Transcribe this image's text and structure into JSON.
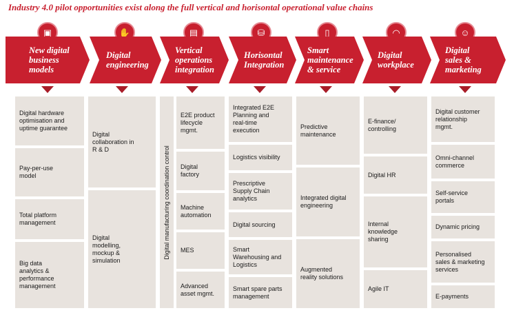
{
  "title": "Industry 4.0 pilot opportunities exist along the full vertical and horisontal operational value chains",
  "colors": {
    "accent": "#c8202f",
    "cell": "#e8e3de"
  },
  "columns": [
    {
      "label": "New digital\nbusiness\nmodels",
      "icon": "business-model-icon",
      "glyph": "▣"
    },
    {
      "label": "Digital\nengineering",
      "icon": "engineering-hand-icon",
      "glyph": "✋"
    },
    {
      "label": "Vertical\noperations\nintegration",
      "icon": "document-stack-icon",
      "glyph": "▤"
    },
    {
      "label": "Horisontal\nIntegration",
      "icon": "network-icon",
      "glyph": "⛁"
    },
    {
      "label": "Smart\nmaintenance\n& service",
      "icon": "smartphone-icon",
      "glyph": "▯"
    },
    {
      "label": "Digital\nworkplace",
      "icon": "wifi-icon",
      "glyph": "◠"
    },
    {
      "label": "Digital\nsales &\nmarketing",
      "icon": "people-icon",
      "glyph": "☺"
    }
  ],
  "vertical_label": "Digital manufacturing coordination control",
  "col1": [
    "Digital hardware\noptimisation and\nuptime guarantee",
    "Pay-per-use\nmodel",
    "Total platform\nmanagement",
    "Big data\nanalytics &\nperformance\nmanagement"
  ],
  "col2": [
    "Digital\ncollaboration in\nR & D",
    "Digital\nmodelling,\nmockup &\nsimulation"
  ],
  "col3": [
    "E2E product\nlifecycle\nmgmt.",
    "Digital\nfactory",
    "Machine\nautomation",
    "MES",
    "Advanced\nasset mgmt."
  ],
  "col4": [
    "Integrated E2E\nPlanning and\nreal-time\nexecution",
    "Logistics visibility",
    "Prescriptive\nSupply Chain\nanalytics",
    "Digital sourcing",
    "Smart\nWarehousing and\nLogistics",
    "Smart spare parts\nmanagement"
  ],
  "col5": [
    "Predictive\nmaintenance",
    "Integrated digital\nengineering",
    "Augmented\nreality solutions"
  ],
  "col6": [
    "E-finance/\ncontrolling",
    "Digital HR",
    "Internal\nknowledge\nsharing",
    "Agile IT"
  ],
  "col7": [
    "Digital customer\nrelationship\nmgmt.",
    "Omni-channel\ncommerce",
    "Self-service\nportals",
    "Dynamic pricing",
    "Personalised\nsales & marketing\nservices",
    "E-payments"
  ]
}
